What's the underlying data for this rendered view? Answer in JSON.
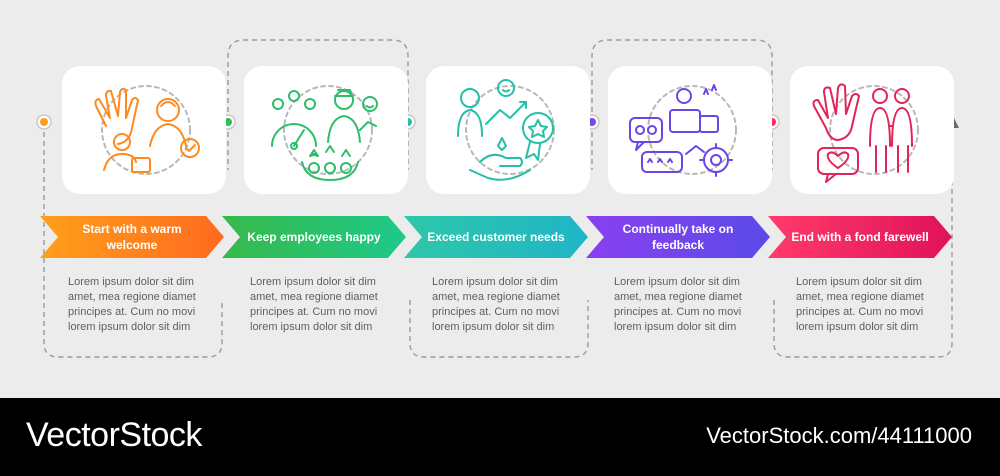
{
  "steps": [
    {
      "title": "Start with a warm welcome",
      "icon": "welcome-handshake-icon",
      "color_start": "#ff9f1a",
      "color_end": "#ff6a1f"
    },
    {
      "title": "Keep employees happy",
      "icon": "happy-employees-icon",
      "color_start": "#37b94a",
      "color_end": "#1ec98a"
    },
    {
      "title": "Exceed customer needs",
      "icon": "customer-needs-icon",
      "color_start": "#2ec7a8",
      "color_end": "#20b5c8"
    },
    {
      "title": "Continually take on feedback",
      "icon": "feedback-icon",
      "color_start": "#8a3ff0",
      "color_end": "#5a4be8"
    },
    {
      "title": "End with a fond farewell",
      "icon": "farewell-wave-icon",
      "color_start": "#ff3a6a",
      "color_end": "#e0125a"
    }
  ],
  "description_lines": [
    "Lorem ipsum dolor sit dim",
    "amet, mea regione diamet",
    "principes at. Cum no movi",
    "lorem ipsum dolor sit dim"
  ],
  "footer": {
    "brand": "VectorStock",
    "stock_id": "VectorStock.com/44111000"
  }
}
